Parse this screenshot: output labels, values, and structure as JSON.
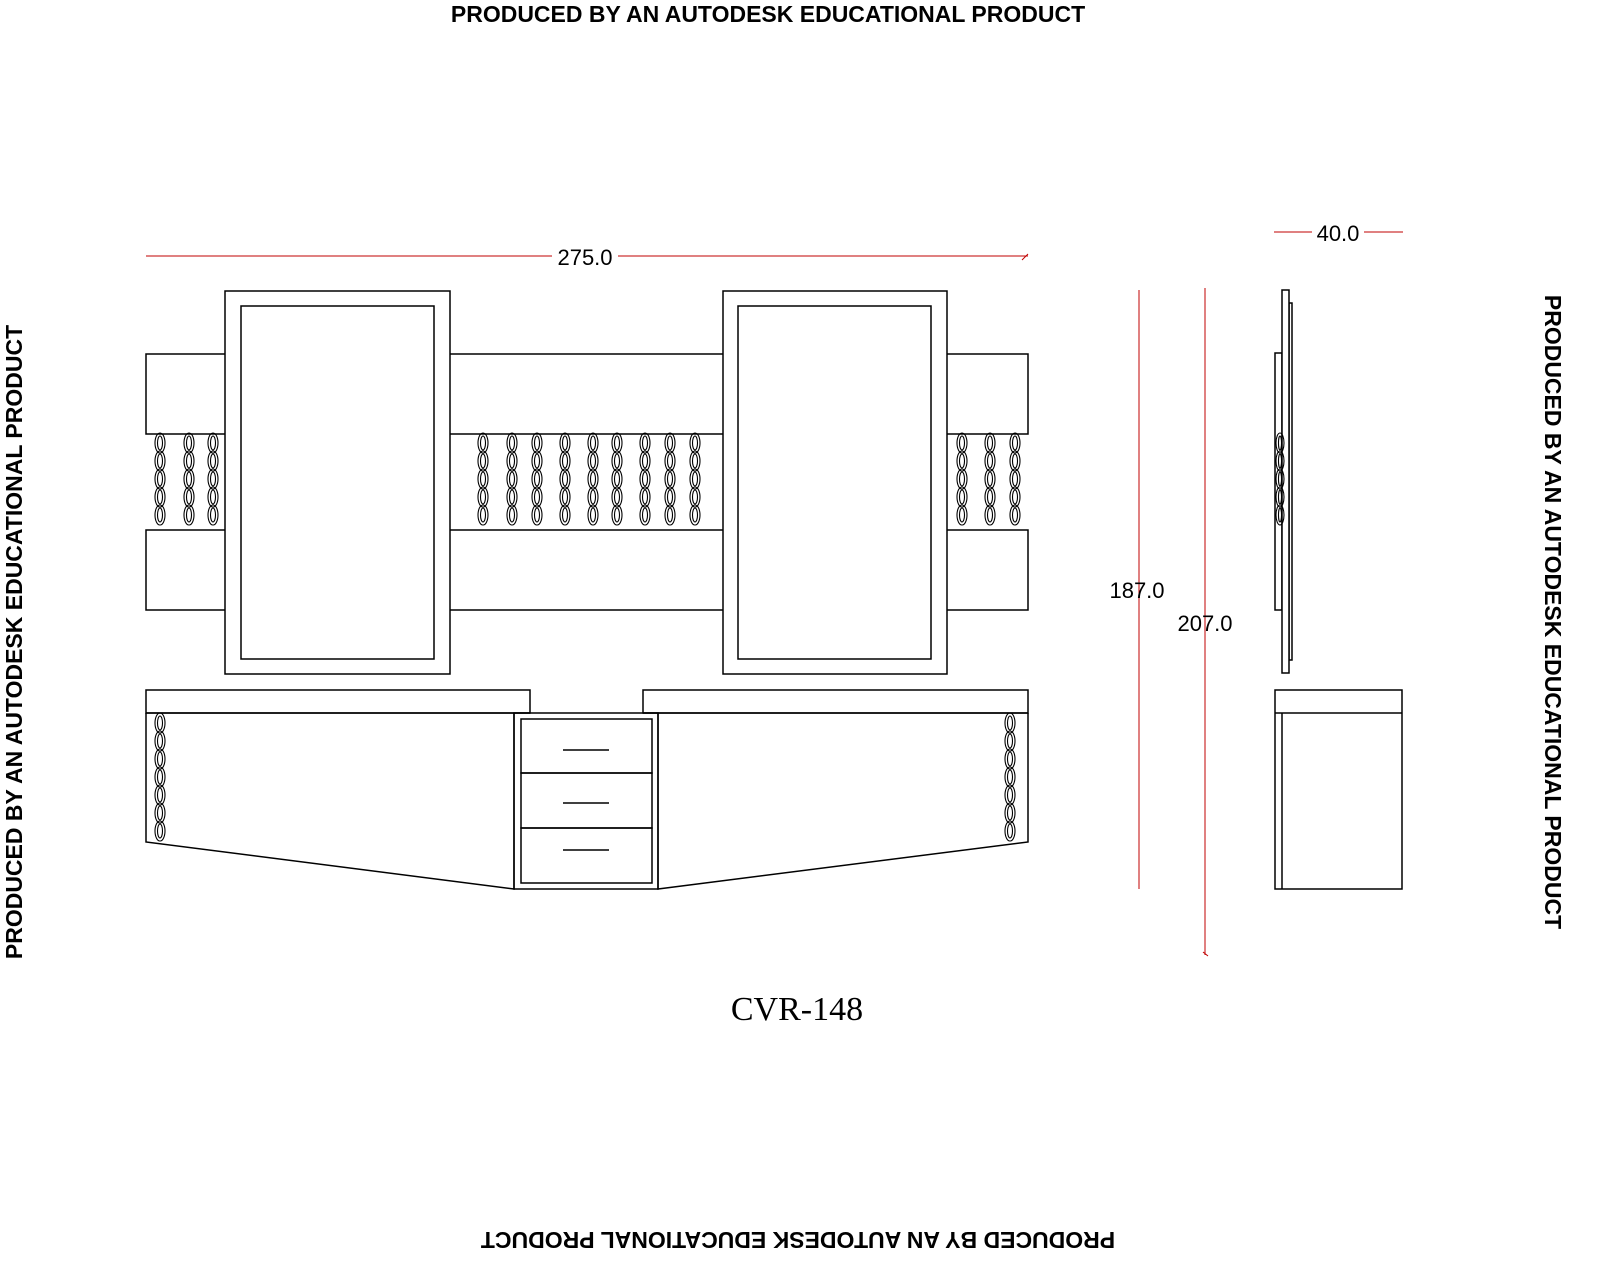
{
  "watermarks": {
    "top": "PRODUCED BY AN AUTODESK EDUCATIONAL PRODUCT",
    "bottom": "PRODUCED BY AN AUTODESK EDUCATIONAL PRODUCT",
    "left": "PRODUCED BY AN AUTODESK EDUCATIONAL PRODUCT",
    "right": "PRODUCED BY AN AUTODESK EDUCATIONAL PRODUCT"
  },
  "dimensions": {
    "width": "275.0",
    "depth": "40.0",
    "height_inner": "187.0",
    "height_total": "207.0"
  },
  "drawing_title": "CVR-148",
  "colors": {
    "dimension_line": "#c00000",
    "line": "#000000"
  }
}
